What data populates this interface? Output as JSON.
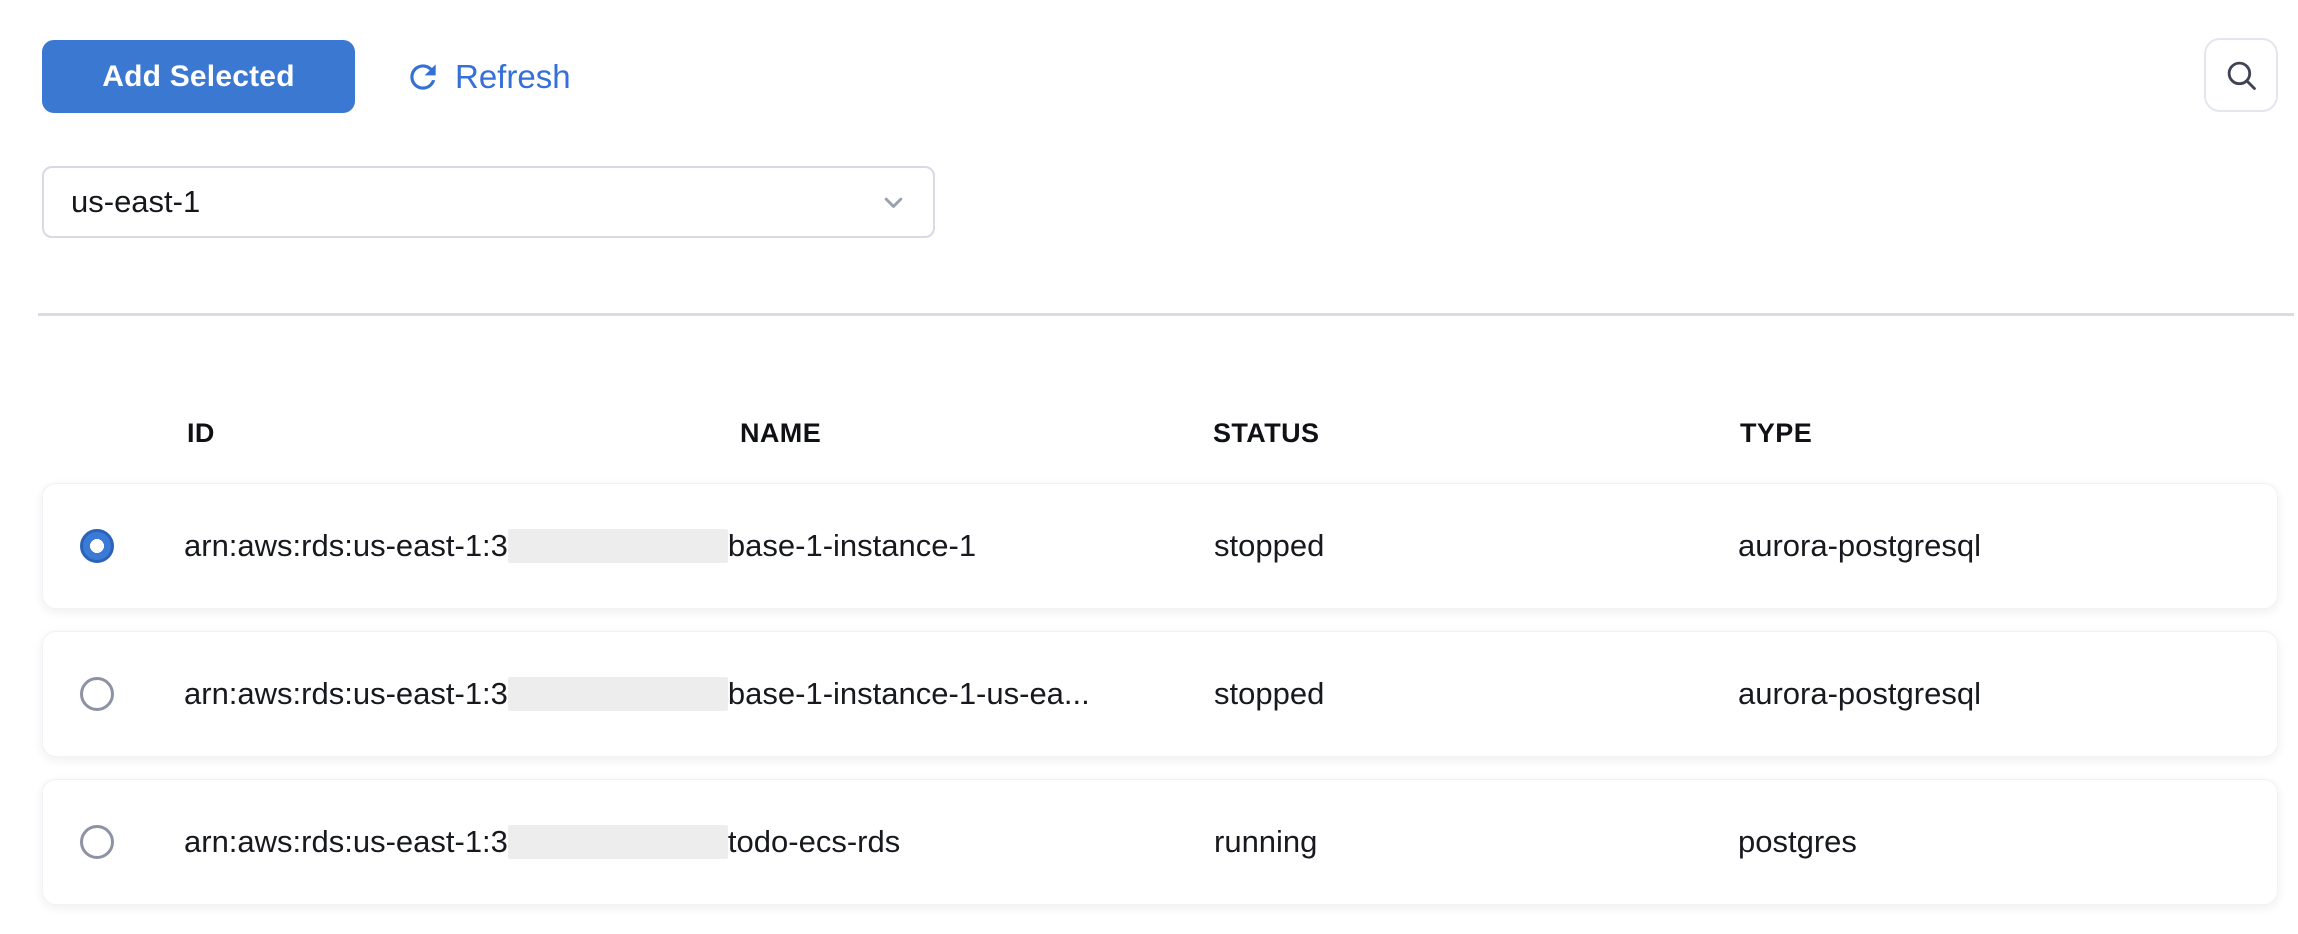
{
  "colors": {
    "accent": "#3b78d1",
    "link": "#3470d6"
  },
  "toolbar": {
    "add_selected_label": "Add Selected",
    "refresh_label": "Refresh"
  },
  "region_select": {
    "value": "us-east-1"
  },
  "table": {
    "columns": [
      "ID",
      "NAME",
      "STATUS",
      "TYPE"
    ],
    "rows": [
      {
        "selected": true,
        "id_prefix": "arn:aws:rds:us-east-1:3",
        "id_redacted": true,
        "id_suffix": "base-1-instance-1",
        "name": "",
        "status": "stopped",
        "type": "aurora-postgresql"
      },
      {
        "selected": false,
        "id_prefix": "arn:aws:rds:us-east-1:3",
        "id_redacted": true,
        "id_suffix": "base-1-instance-1-us-ea...",
        "name": "",
        "status": "stopped",
        "type": "aurora-postgresql"
      },
      {
        "selected": false,
        "id_prefix": "arn:aws:rds:us-east-1:3",
        "id_redacted": true,
        "id_suffix": "todo-ecs-rds",
        "name": "",
        "status": "running",
        "type": "postgres"
      }
    ]
  }
}
